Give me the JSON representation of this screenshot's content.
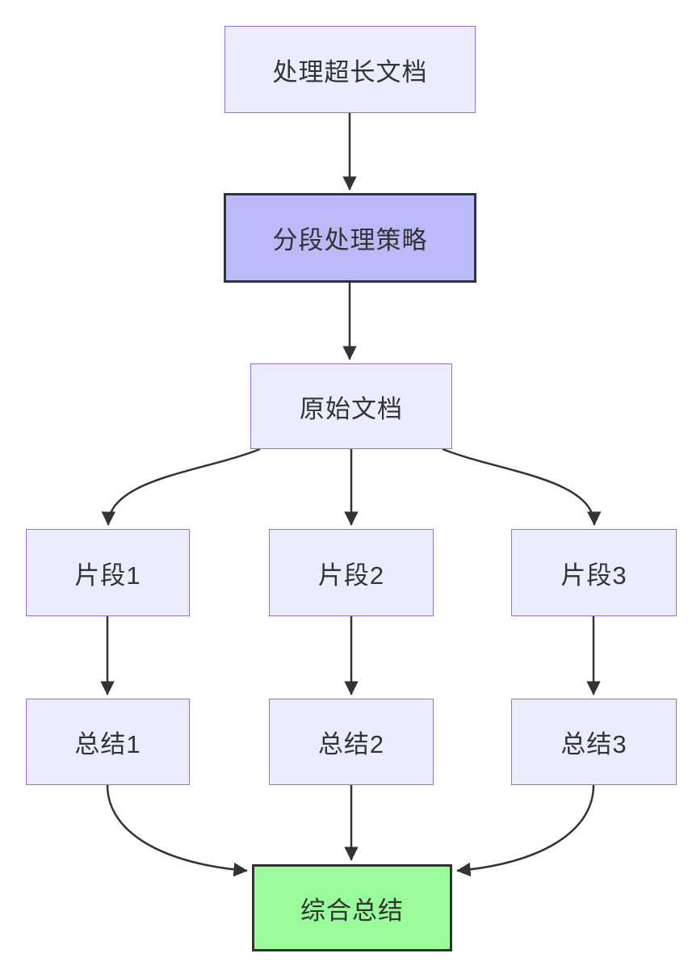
{
  "diagram": {
    "type": "flowchart-top-down",
    "background": "#FFFFFF",
    "colors": {
      "node_fill": "#ECECFF",
      "node_border": "#9370DB",
      "highlight_fill": "#BABAF8",
      "highlight_border": "#333333",
      "final_fill": "#99FB99",
      "final_border": "#333333",
      "edge_color": "#333333",
      "text_color": "#333333"
    },
    "nodes": {
      "process": {
        "label": "处理超长文档",
        "style": "default"
      },
      "strategy": {
        "label": "分段处理策略",
        "style": "highlight"
      },
      "source": {
        "label": "原始文档",
        "style": "default"
      },
      "chunk1": {
        "label": "片段1",
        "style": "default"
      },
      "chunk2": {
        "label": "片段2",
        "style": "default"
      },
      "chunk3": {
        "label": "片段3",
        "style": "default"
      },
      "summary1": {
        "label": "总结1",
        "style": "default"
      },
      "summary2": {
        "label": "总结2",
        "style": "default"
      },
      "summary3": {
        "label": "总结3",
        "style": "default"
      },
      "final": {
        "label": "综合总结",
        "style": "success"
      }
    },
    "edges": [
      {
        "from": "处理超长文档",
        "to": "分段处理策略"
      },
      {
        "from": "分段处理策略",
        "to": "原始文档"
      },
      {
        "from": "原始文档",
        "to": "片段1"
      },
      {
        "from": "原始文档",
        "to": "片段2"
      },
      {
        "from": "原始文档",
        "to": "片段3"
      },
      {
        "from": "片段1",
        "to": "总结1"
      },
      {
        "from": "片段2",
        "to": "总结2"
      },
      {
        "from": "片段3",
        "to": "总结3"
      },
      {
        "from": "总结1",
        "to": "综合总结"
      },
      {
        "from": "总结2",
        "to": "综合总结"
      },
      {
        "from": "总结3",
        "to": "综合总结"
      }
    ]
  }
}
